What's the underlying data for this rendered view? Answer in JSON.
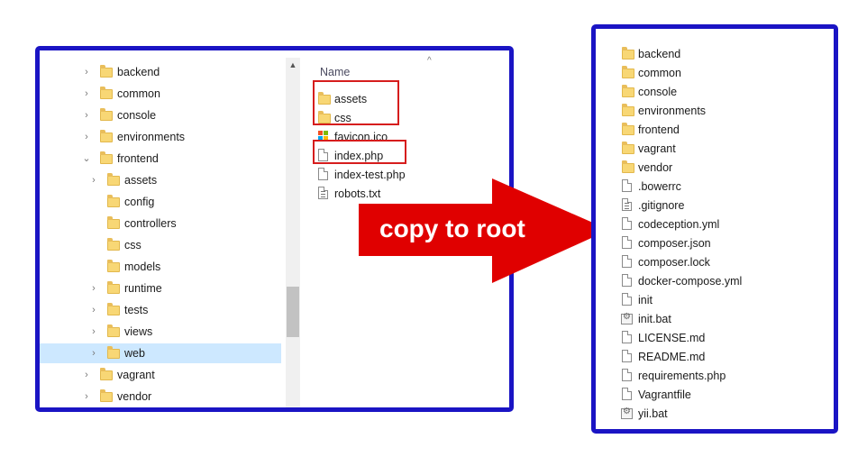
{
  "left_panel": {
    "tree": [
      {
        "label": "backend",
        "depth": 0,
        "chevron": "›"
      },
      {
        "label": "common",
        "depth": 0,
        "chevron": "›"
      },
      {
        "label": "console",
        "depth": 0,
        "chevron": "›"
      },
      {
        "label": "environments",
        "depth": 0,
        "chevron": "›"
      },
      {
        "label": "frontend",
        "depth": 0,
        "chevron": "⌄"
      },
      {
        "label": "assets",
        "depth": 1,
        "chevron": "›"
      },
      {
        "label": "config",
        "depth": 1,
        "chevron": ""
      },
      {
        "label": "controllers",
        "depth": 1,
        "chevron": ""
      },
      {
        "label": "css",
        "depth": 1,
        "chevron": ""
      },
      {
        "label": "models",
        "depth": 1,
        "chevron": ""
      },
      {
        "label": "runtime",
        "depth": 1,
        "chevron": "›"
      },
      {
        "label": "tests",
        "depth": 1,
        "chevron": "›"
      },
      {
        "label": "views",
        "depth": 1,
        "chevron": "›"
      },
      {
        "label": "web",
        "depth": 1,
        "chevron": "›",
        "selected": true
      },
      {
        "label": "vagrant",
        "depth": 0,
        "chevron": "›"
      },
      {
        "label": "vendor",
        "depth": 0,
        "chevron": "›"
      }
    ],
    "scroll_up_glyph": "▲",
    "column_header": "Name",
    "sort_glyph": "^",
    "files": [
      {
        "label": "assets",
        "icon": "folder-icon"
      },
      {
        "label": "css",
        "icon": "folder-icon"
      },
      {
        "label": "favicon.ico",
        "icon": "ico-file-icon"
      },
      {
        "label": "index.php",
        "icon": "file-icon"
      },
      {
        "label": "index-test.php",
        "icon": "file-icon"
      },
      {
        "label": "robots.txt",
        "icon": "text-file-icon"
      }
    ]
  },
  "arrow_label": "copy to root",
  "right_panel": {
    "items": [
      {
        "label": "backend",
        "icon": "folder-icon"
      },
      {
        "label": "common",
        "icon": "folder-icon"
      },
      {
        "label": "console",
        "icon": "folder-icon"
      },
      {
        "label": "environments",
        "icon": "folder-icon"
      },
      {
        "label": "frontend",
        "icon": "folder-icon"
      },
      {
        "label": "vagrant",
        "icon": "folder-icon"
      },
      {
        "label": "vendor",
        "icon": "folder-icon"
      },
      {
        "label": ".bowerrc",
        "icon": "file-icon"
      },
      {
        "label": ".gitignore",
        "icon": "text-file-icon"
      },
      {
        "label": "codeception.yml",
        "icon": "file-icon"
      },
      {
        "label": "composer.json",
        "icon": "file-icon"
      },
      {
        "label": "composer.lock",
        "icon": "file-icon"
      },
      {
        "label": "docker-compose.yml",
        "icon": "file-icon"
      },
      {
        "label": "init",
        "icon": "file-icon"
      },
      {
        "label": "init.bat",
        "icon": "bat-file-icon"
      },
      {
        "label": "LICENSE.md",
        "icon": "file-icon"
      },
      {
        "label": "README.md",
        "icon": "file-icon"
      },
      {
        "label": "requirements.php",
        "icon": "file-icon"
      },
      {
        "label": "Vagrantfile",
        "icon": "file-icon"
      },
      {
        "label": "yii.bat",
        "icon": "bat-file-icon"
      }
    ]
  },
  "colors": {
    "panel_border": "#1a14c4",
    "highlight_box": "#d61d1d",
    "arrow": "#e00000",
    "selection": "#cde8ff",
    "folder": "#f8d775"
  }
}
